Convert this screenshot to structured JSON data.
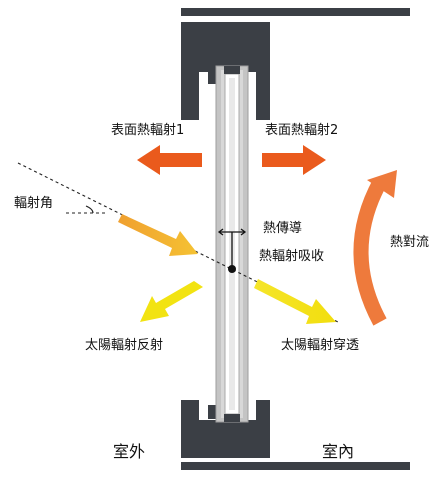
{
  "labels": {
    "surface_radiation_1": "表面熱輻射1",
    "surface_radiation_2": "表面熱輻射2",
    "radiation_angle": "輻射角",
    "heat_conduction": "熱傳導",
    "radiation_absorption": "熱輻射吸收",
    "convection": "熱對流",
    "solar_reflection": "太陽輻射反射",
    "solar_transmission": "太陽輻射穿透",
    "outdoor": "室外",
    "indoor": "室內"
  },
  "colors": {
    "frame": "#3b3f45",
    "frame_edge": "#ffffff",
    "glass_outer": "#c9c9c9",
    "glass_inner": "#ffffff",
    "orange_red": "#ea5a1c",
    "orange": "#f0a030",
    "yellow": "#f2e312",
    "convection": "#ee7a3c",
    "text": "#111111"
  },
  "icons": [
    "arrow-left-icon",
    "arrow-right-icon",
    "curved-arrow-icon",
    "dimension-marker-icon"
  ]
}
